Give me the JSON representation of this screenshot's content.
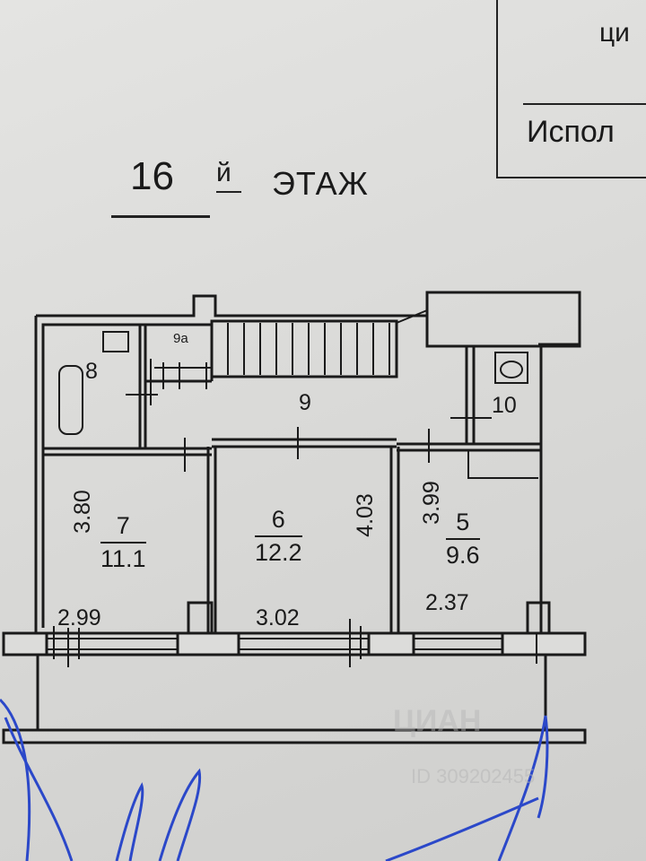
{
  "title_block": {
    "line1": "ци",
    "line2": "Испол"
  },
  "floor": {
    "number": "16",
    "suffix": "й",
    "word": "ЭТАЖ"
  },
  "rooms": [
    {
      "id": "room-8",
      "label": "8"
    },
    {
      "id": "room-9a",
      "label": "9а"
    },
    {
      "id": "room-9",
      "label": "9"
    },
    {
      "id": "room-10",
      "label": "10"
    },
    {
      "id": "room-7",
      "number": "7",
      "area": "11.1"
    },
    {
      "id": "room-6",
      "number": "6",
      "area": "12.2"
    },
    {
      "id": "room-5",
      "number": "5",
      "area": "9.6"
    }
  ],
  "dimensions": {
    "room7_depth": "3.80",
    "room7_width": "2.99",
    "room6_depth": "4.03",
    "room6_width": "3.02",
    "room5_depth": "3.99",
    "room5_width": "2.37"
  },
  "watermark": {
    "brand": "ЦИАН",
    "id_text": "ID 309202455"
  },
  "colors": {
    "ink": "#1a1a1a",
    "paper": "#dedede",
    "pen": "#2b48c9"
  }
}
